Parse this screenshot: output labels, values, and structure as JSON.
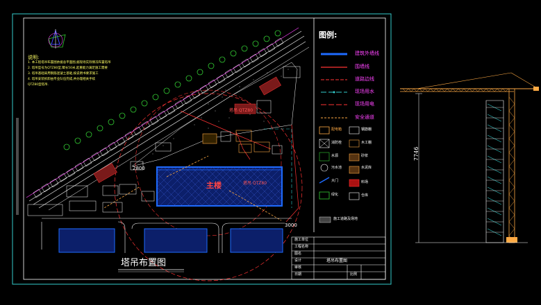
{
  "drawing": {
    "title": "塔吊布置图",
    "main_building_label": "主楼",
    "main_building_tag": "塔吊 QTZ80",
    "secondary_tag": "塔吊 QTZ80",
    "dim_bottom": "3000",
    "dim_side": "2800"
  },
  "notes": {
    "heading": "说明:",
    "lines": [
      "1. 本工程塔吊布置图依据总平面图,据现场实际情况布置塔吊",
      "2. 塔吊型号为QTZ80型,臂长50米,起重能力满足施工需要",
      "3. 塔吊基础采用钢筋混凝土基础,按说明书要求施工",
      "4. 塔吊安装拆卸由专业队伍完成,并办理相关手续",
      "QTZ80型塔吊."
    ]
  },
  "legend": {
    "title": "图例:",
    "lines": [
      {
        "label": "建筑外墙线",
        "color": "#1e6bff"
      },
      {
        "label": "围墙线",
        "color": "#ff3333"
      },
      {
        "label": "道路边线",
        "color": "#ff3333"
      },
      {
        "label": "现场用水",
        "color": "#33cccc"
      },
      {
        "label": "现场用电",
        "color": "#ff3333"
      },
      {
        "label": "安全通道",
        "color": "#ffaa44"
      }
    ],
    "symbols": [
      {
        "label": "配电箱",
        "label2": "钢筋棚"
      },
      {
        "label": "消防栓",
        "label2": "木工棚"
      },
      {
        "label": "水源",
        "label2": "砂浆"
      },
      {
        "label": "污水池",
        "label2": "水泥库"
      },
      {
        "label": "大门",
        "label2": "料场"
      },
      {
        "label": "绿化",
        "label2": "仓库"
      },
      {
        "label": "施工道路及场地",
        "label2": ""
      }
    ]
  },
  "title_block": {
    "rows": [
      "施工单位",
      "工程名称",
      "图名",
      "设计",
      "审核",
      "日期"
    ],
    "values": [
      "",
      "",
      "塔吊布置图",
      "",
      "",
      ""
    ],
    "drawing_no": "塔吊布置图",
    "scale": "比例"
  },
  "tower": {
    "height_label": "7746"
  }
}
